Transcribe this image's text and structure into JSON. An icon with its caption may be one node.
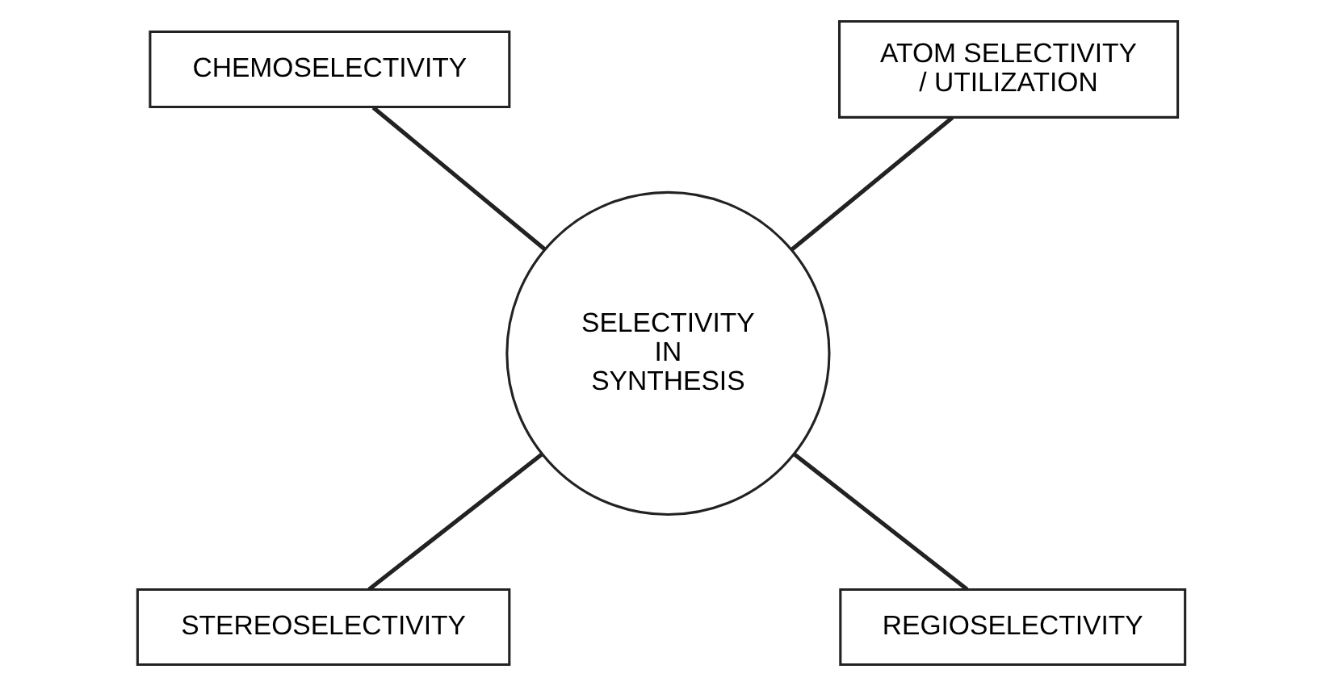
{
  "diagram": {
    "nodes": [
      {
        "text": [
          "CHEMOSELECTIVITY"
        ]
      },
      {
        "text": [
          "ATOM SELECTIVITY / UTILIZATION"
        ]
      },
      {
        "text": [
          "SELECTIVITY IN SYNTHESIS"
        ]
      },
      {
        "text": [
          "STEREOSELECTIVITY"
        ]
      },
      {
        "text": [
          "REGIOSELECTIVITY"
        ]
      }
    ],
    "edges": [
      {
        "from": 0,
        "to": 2,
        "arrow": "none"
      },
      {
        "from": 1,
        "to": 2,
        "arrow": "none"
      },
      {
        "from": 2,
        "to": 3,
        "arrow": "none"
      },
      {
        "from": 2,
        "to": 4,
        "arrow": "none"
      }
    ]
  }
}
